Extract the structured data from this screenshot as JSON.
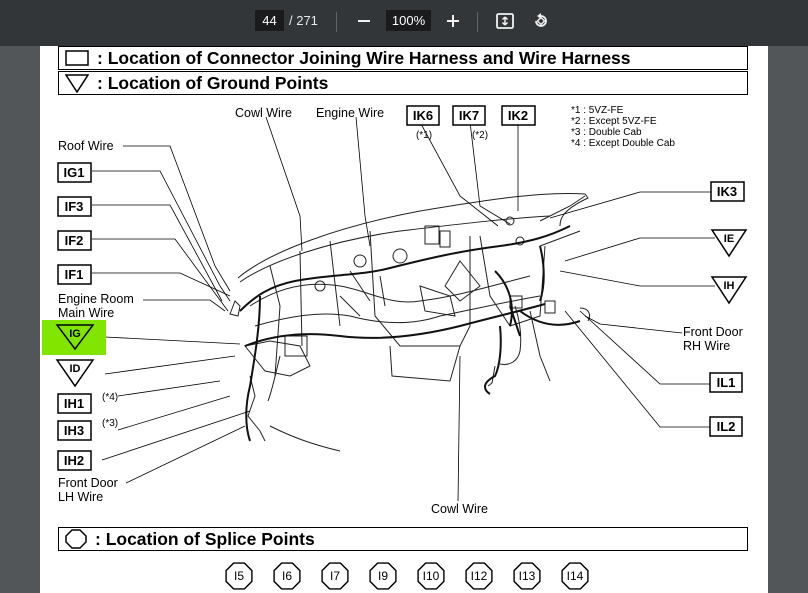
{
  "toolbar": {
    "page_current": "44",
    "page_total": "/ 271",
    "zoom": "100%",
    "zoom_out_icon": "minus-icon",
    "zoom_in_icon": "plus-icon",
    "fit_icon": "fit-page-icon",
    "rotate_icon": "rotate-icon"
  },
  "headers": {
    "connector": ": Location of Connector Joining Wire Harness and Wire Harness",
    "ground": ": Location of Ground Points",
    "splice": ": Location of Splice Points"
  },
  "diagram": {
    "wire_labels": {
      "cowl_top": "Cowl Wire",
      "engine": "Engine Wire",
      "roof": "Roof Wire",
      "engine_room_1": "Engine Room",
      "engine_room_2": "Main Wire",
      "front_door_rh_1": "Front Door",
      "front_door_rh_2": "RH Wire",
      "front_door_lh_1": "Front Door",
      "front_door_lh_2": "LH Wire",
      "cowl_bottom": "Cowl Wire"
    },
    "legend": [
      "*1 : 5VZ-FE",
      "*2 : Except 5VZ-FE",
      "*3 : Double Cab",
      "*4 : Except Double Cab"
    ],
    "top_connectors": [
      {
        "code": "IK6",
        "note": "(*1)"
      },
      {
        "code": "IK7",
        "note": "(*2)"
      },
      {
        "code": "IK2",
        "note": ""
      }
    ],
    "left_connectors": [
      {
        "code": "IG1",
        "note": ""
      },
      {
        "code": "IF3",
        "note": ""
      },
      {
        "code": "IF2",
        "note": ""
      },
      {
        "code": "IF1",
        "note": ""
      },
      {
        "code": "IH1",
        "note": "(*4)"
      },
      {
        "code": "IH3",
        "note": "(*3)"
      },
      {
        "code": "IH2",
        "note": ""
      }
    ],
    "right_connectors": [
      {
        "code": "IK3"
      },
      {
        "code": "IL1"
      },
      {
        "code": "IL2"
      }
    ],
    "ground_points": {
      "left_highlight": "IG",
      "left": "ID",
      "right_top": "IE",
      "right_bottom": "IH"
    },
    "highlight_color": "#80e600"
  },
  "splice_points": [
    "I5",
    "I6",
    "I7",
    "I9",
    "I10",
    "I12",
    "I13",
    "I14"
  ]
}
